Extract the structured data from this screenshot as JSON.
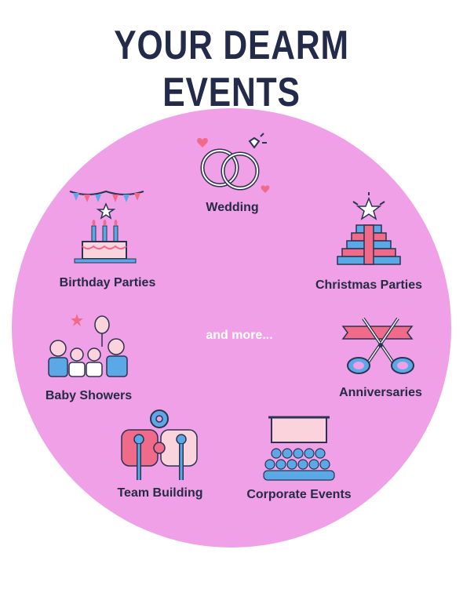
{
  "title": "YOUR DEARM EVENTS",
  "center_text": "and more...",
  "events": {
    "wedding": "Wedding",
    "birthday": "Birthday Parties",
    "christmas": "Christmas Parties",
    "baby": "Baby Showers",
    "anniversaries": "Anniversaries",
    "team": "Team Building",
    "corporate": "Corporate Events"
  },
  "colors": {
    "background_circle": "#f0a0e7",
    "title": "#232a4a",
    "accent_pink": "#f06a8a",
    "accent_blue": "#5aa9e6",
    "outline": "#2a3350"
  },
  "icons": [
    "rings-icon",
    "cake-icon",
    "tree-icon",
    "family-icon",
    "scissors-ribbon-icon",
    "puzzle-team-icon",
    "audience-screen-icon"
  ]
}
